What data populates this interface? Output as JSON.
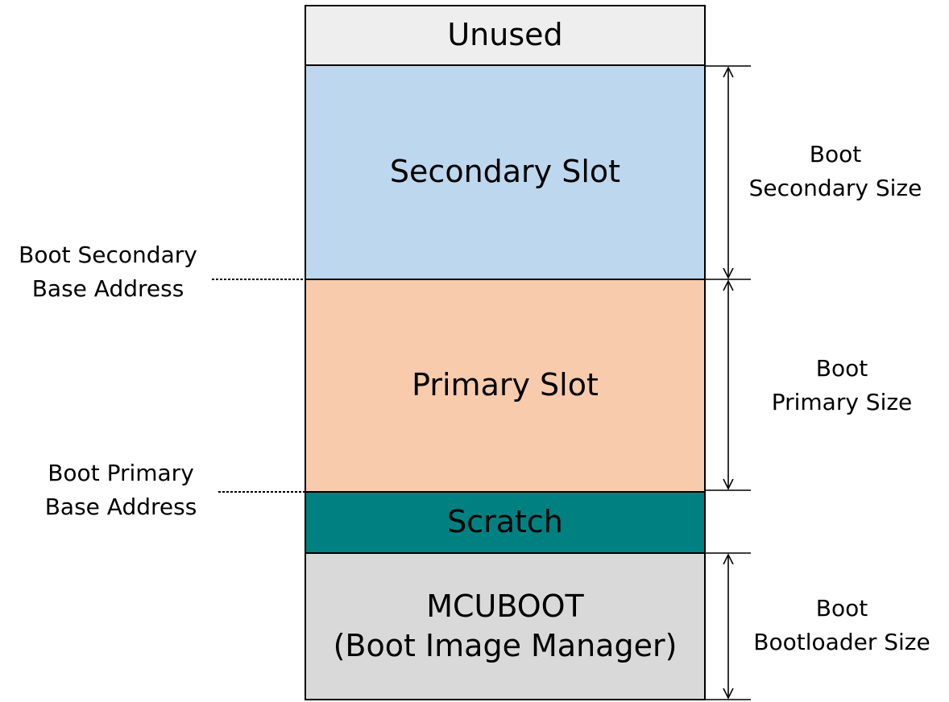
{
  "blocks": {
    "unused": "Unused",
    "secondary": "Secondary Slot",
    "primary": "Primary Slot",
    "scratch": "Scratch",
    "mcuboot_line1": "MCUBOOT",
    "mcuboot_line2": "(Boot Image Manager)"
  },
  "left_labels": {
    "secondary_base_line1": "Boot Secondary",
    "secondary_base_line2": "Base Address",
    "primary_base_line1": "Boot Primary",
    "primary_base_line2": "Base Address"
  },
  "right_labels": {
    "secondary_size_line1": "Boot",
    "secondary_size_line2": "Secondary Size",
    "primary_size_line1": "Boot",
    "primary_size_line2": "Primary Size",
    "bootloader_size_line1": "Boot",
    "bootloader_size_line2": "Bootloader Size"
  },
  "colors": {
    "unused": "#eeeeee",
    "secondary": "#bdd7ee",
    "primary": "#f8cbad",
    "scratch": "#008080",
    "mcuboot": "#d9d9d9"
  }
}
